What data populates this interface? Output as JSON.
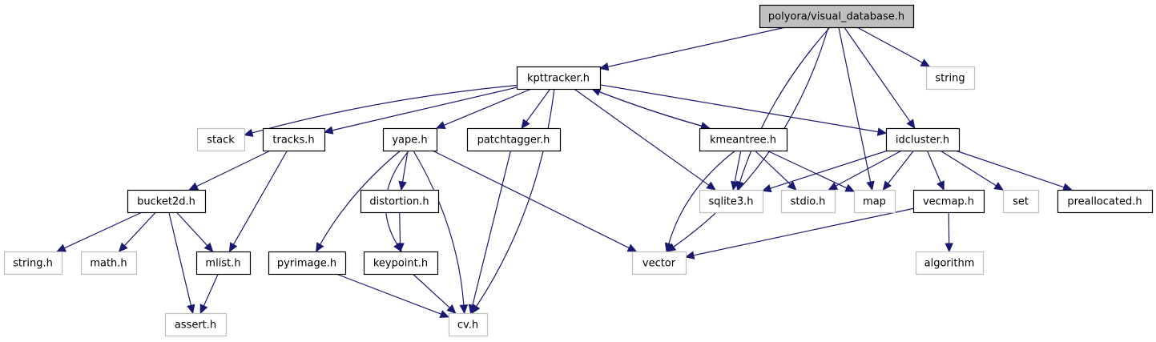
{
  "title": "polyora/visual_database.h include dependency graph",
  "colors": {
    "edge": "#191970",
    "root_fill": "#bfbfbf",
    "internal_border": "#000000",
    "external_border": "#bfbfbf"
  },
  "nodes": [
    {
      "id": "visual_database",
      "label": "polyora/visual_database.h",
      "kind": "root"
    },
    {
      "id": "kpttracker",
      "label": "kpttracker.h",
      "kind": "internal"
    },
    {
      "id": "string",
      "label": "string",
      "kind": "external"
    },
    {
      "id": "stack",
      "label": "stack",
      "kind": "external"
    },
    {
      "id": "tracks",
      "label": "tracks.h",
      "kind": "internal"
    },
    {
      "id": "yape",
      "label": "yape.h",
      "kind": "internal"
    },
    {
      "id": "patchtagger",
      "label": "patchtagger.h",
      "kind": "internal"
    },
    {
      "id": "kmeantree",
      "label": "kmeantree.h",
      "kind": "internal"
    },
    {
      "id": "idcluster",
      "label": "idcluster.h",
      "kind": "internal"
    },
    {
      "id": "bucket2d",
      "label": "bucket2d.h",
      "kind": "internal"
    },
    {
      "id": "distortion",
      "label": "distortion.h",
      "kind": "internal"
    },
    {
      "id": "sqlite3",
      "label": "sqlite3.h",
      "kind": "external"
    },
    {
      "id": "stdio",
      "label": "stdio.h",
      "kind": "external"
    },
    {
      "id": "map",
      "label": "map",
      "kind": "external"
    },
    {
      "id": "vecmap",
      "label": "vecmap.h",
      "kind": "internal"
    },
    {
      "id": "set",
      "label": "set",
      "kind": "external"
    },
    {
      "id": "preallocated",
      "label": "preallocated.h",
      "kind": "internal"
    },
    {
      "id": "stringh",
      "label": "string.h",
      "kind": "external"
    },
    {
      "id": "math",
      "label": "math.h",
      "kind": "external"
    },
    {
      "id": "mlist",
      "label": "mlist.h",
      "kind": "internal"
    },
    {
      "id": "pyrimage",
      "label": "pyrimage.h",
      "kind": "internal"
    },
    {
      "id": "keypoint",
      "label": "keypoint.h",
      "kind": "internal"
    },
    {
      "id": "vector",
      "label": "vector",
      "kind": "external"
    },
    {
      "id": "algorithm",
      "label": "algorithm",
      "kind": "external"
    },
    {
      "id": "assert",
      "label": "assert.h",
      "kind": "external"
    },
    {
      "id": "cv",
      "label": "cv.h",
      "kind": "external"
    }
  ],
  "edges": [
    [
      "visual_database",
      "kpttracker"
    ],
    [
      "visual_database",
      "string"
    ],
    [
      "visual_database",
      "vector"
    ],
    [
      "visual_database",
      "sqlite3"
    ],
    [
      "visual_database",
      "map"
    ],
    [
      "visual_database",
      "idcluster"
    ],
    [
      "kpttracker",
      "stack"
    ],
    [
      "kpttracker",
      "tracks"
    ],
    [
      "kpttracker",
      "yape"
    ],
    [
      "kpttracker",
      "patchtagger"
    ],
    [
      "kpttracker",
      "cv"
    ],
    [
      "kpttracker",
      "sqlite3"
    ],
    [
      "kpttracker",
      "kmeantree"
    ],
    [
      "kpttracker",
      "idcluster"
    ],
    [
      "kmeantree",
      "kpttracker"
    ],
    [
      "kmeantree",
      "vector"
    ],
    [
      "kmeantree",
      "sqlite3"
    ],
    [
      "kmeantree",
      "stdio"
    ],
    [
      "kmeantree",
      "map"
    ],
    [
      "tracks",
      "bucket2d"
    ],
    [
      "tracks",
      "mlist"
    ],
    [
      "bucket2d",
      "stringh"
    ],
    [
      "bucket2d",
      "math"
    ],
    [
      "bucket2d",
      "mlist"
    ],
    [
      "bucket2d",
      "assert"
    ],
    [
      "mlist",
      "assert"
    ],
    [
      "yape",
      "distortion"
    ],
    [
      "yape",
      "pyrimage"
    ],
    [
      "yape",
      "keypoint"
    ],
    [
      "yape",
      "cv"
    ],
    [
      "yape",
      "vector"
    ],
    [
      "distortion",
      "keypoint"
    ],
    [
      "pyrimage",
      "cv"
    ],
    [
      "keypoint",
      "cv"
    ],
    [
      "patchtagger",
      "cv"
    ],
    [
      "idcluster",
      "sqlite3"
    ],
    [
      "idcluster",
      "stdio"
    ],
    [
      "idcluster",
      "map"
    ],
    [
      "idcluster",
      "vecmap"
    ],
    [
      "idcluster",
      "set"
    ],
    [
      "idcluster",
      "preallocated"
    ],
    [
      "vecmap",
      "vector"
    ],
    [
      "vecmap",
      "algorithm"
    ]
  ]
}
